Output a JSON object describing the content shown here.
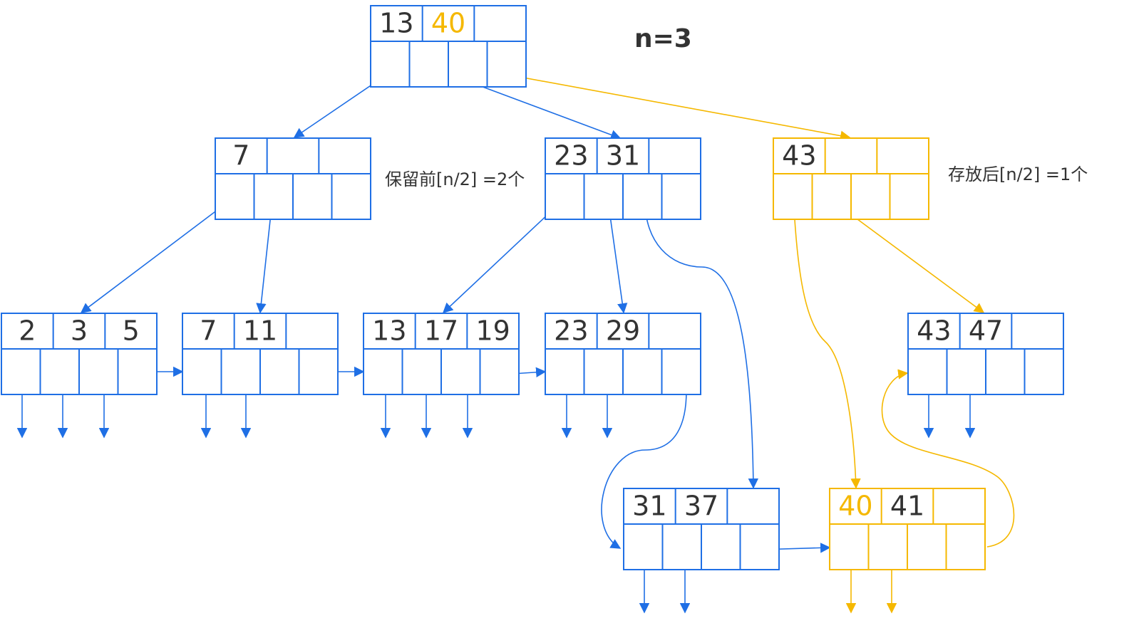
{
  "title": "n=3",
  "notes": {
    "left": "保留前[n/2] =2个",
    "right": "存放后[n/2] =1个"
  },
  "colors": {
    "blue": "#1f6fe5",
    "gold": "#f5b800",
    "text": "#333333"
  },
  "nodes": [
    {
      "id": "root",
      "keys": [
        "13",
        "40",
        ""
      ],
      "highlight_keys": [
        1
      ],
      "color": "blue"
    },
    {
      "id": "inner-7",
      "keys": [
        "7",
        "",
        ""
      ],
      "color": "blue"
    },
    {
      "id": "inner-23-31",
      "keys": [
        "23",
        "31",
        ""
      ],
      "color": "blue"
    },
    {
      "id": "inner-43",
      "keys": [
        "43",
        "",
        ""
      ],
      "color": "gold"
    },
    {
      "id": "leaf-2-3-5",
      "keys": [
        "2",
        "3",
        "5"
      ],
      "color": "blue"
    },
    {
      "id": "leaf-7-11",
      "keys": [
        "7",
        "11",
        ""
      ],
      "color": "blue"
    },
    {
      "id": "leaf-13-17-19",
      "keys": [
        "13",
        "17",
        "19"
      ],
      "color": "blue"
    },
    {
      "id": "leaf-23-29",
      "keys": [
        "23",
        "29",
        ""
      ],
      "color": "blue"
    },
    {
      "id": "leaf-43-47",
      "keys": [
        "43",
        "47",
        ""
      ],
      "color": "blue"
    },
    {
      "id": "leaf-31-37",
      "keys": [
        "31",
        "37",
        ""
      ],
      "color": "blue"
    },
    {
      "id": "leaf-40-41",
      "keys": [
        "40",
        "41",
        ""
      ],
      "highlight_keys": [
        0
      ],
      "color": "gold"
    }
  ]
}
